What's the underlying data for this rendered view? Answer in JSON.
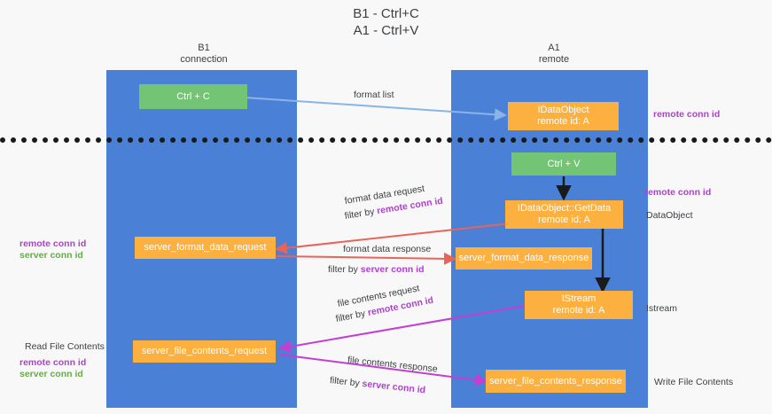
{
  "title": {
    "line1": "B1 - Ctrl+C",
    "line2": "A1 - Ctrl+V"
  },
  "columns": [
    {
      "name": "B1",
      "sub": "connection"
    },
    {
      "name": "A1",
      "sub": "remote"
    }
  ],
  "colors": {
    "lane": "#4a80d6",
    "green_box": "#74c476",
    "orange_box": "#fbb040",
    "remote_conn_id": "#b03fd0",
    "server_conn_id": "#6aa84f",
    "arrow_blue": "#8ab4e8",
    "arrow_red": "#e8645a",
    "arrow_magenta": "#c23fd0",
    "arrow_black": "#1a1a1a",
    "divider": "#1a1a1a"
  },
  "boxes": {
    "ctrl_c": "Ctrl + C",
    "ctrl_v": "Ctrl + V",
    "idataobject_line1": "IDataObject",
    "idataobject_line2": "remote id: A",
    "getdata_line1": "IDataObject::GetData",
    "getdata_line2": "remote id: A",
    "istream_line1": "IStream",
    "istream_line2": "remote id: A",
    "server_format_data_request": "server_format_data_request",
    "server_format_data_response": "server_format_data_response",
    "server_file_contents_request": "server_file_contents_request",
    "server_file_contents_response": "server_file_contents_response"
  },
  "edge_labels": {
    "format_list": "format list",
    "format_data_request": "format data request",
    "format_data_request_filter_prefix": "filter by ",
    "format_data_request_filter_key": "remote conn id",
    "format_data_response": "format data response",
    "format_data_response_filter_prefix": "filter by ",
    "format_data_response_filter_key": "server conn id",
    "file_contents_request": "file contents request",
    "file_contents_request_filter_prefix": "filter by ",
    "file_contents_request_filter_key": "remote conn id",
    "file_contents_response": "file contents response",
    "file_contents_response_filter_prefix": "filter by ",
    "file_contents_response_filter_key": "server conn id"
  },
  "side_labels": {
    "right_remote_conn_id_top": "remote conn id",
    "right_remote_conn_id_mid": "remote conn id",
    "right_dataobject": "DataObject",
    "right_istream": "Istream",
    "right_write_file_contents": "Write File Contents",
    "left_remote_conn_id_mid": "remote conn id",
    "left_server_conn_id_mid": "server conn id",
    "left_read_file_contents": "Read File Contents",
    "left_remote_conn_id_bottom": "remote conn id",
    "left_server_conn_id_bottom": "server conn id"
  }
}
